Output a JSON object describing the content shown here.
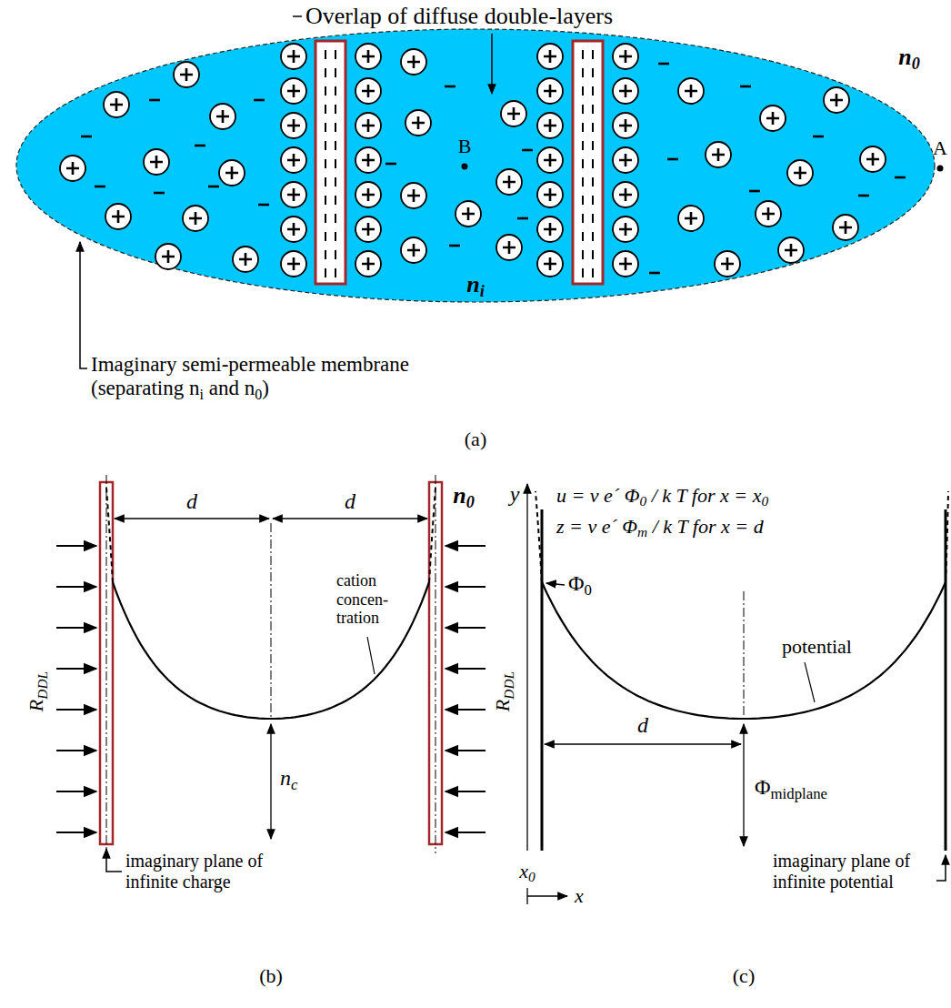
{
  "diagram": {
    "labels": [
      "Overlap of diffuse double-layers",
      "n0",
      "A",
      "B",
      "ni",
      "Imaginary semi-permeable membrane (separating ni and n0)",
      "(a)",
      "d",
      "d",
      "n0",
      "cation concen- tration",
      "nc",
      "RDDL",
      "RDDL",
      "imaginary plane of infinite charge",
      "(b)",
      "y",
      "u = ν e´ Φ0 / k T for x = x0",
      "z = ν e´ Φm / k T for x = d",
      "Φ0",
      "potential",
      "d",
      "Φmidplane",
      "x0",
      "x",
      "imaginary plane of infinite potential",
      "(c)"
    ]
  }
}
